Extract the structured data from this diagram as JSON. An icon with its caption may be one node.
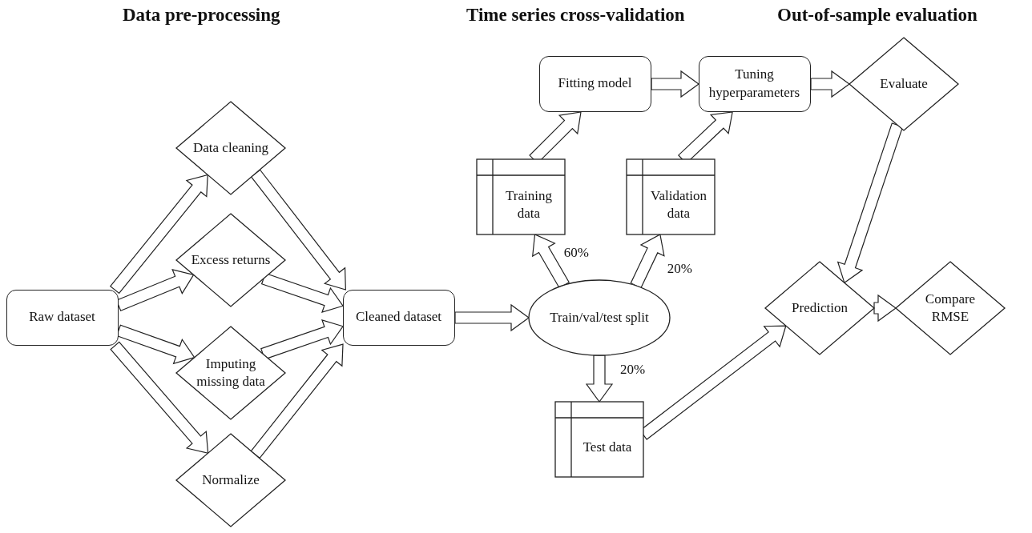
{
  "diagram": {
    "nodes": [
      {
        "text": [
          "Raw dataset"
        ]
      },
      {
        "text": [
          "Data cleaning"
        ]
      },
      {
        "text": [
          "Excess returns"
        ]
      },
      {
        "text": [
          "Imputing missing data"
        ]
      },
      {
        "text": [
          "Normalize"
        ]
      },
      {
        "text": [
          "Cleaned dataset"
        ]
      },
      {
        "text": [
          "Train/val/test split"
        ]
      },
      {
        "text": [
          "Training data"
        ]
      },
      {
        "text": [
          "Validation data"
        ]
      },
      {
        "text": [
          "Test data"
        ]
      },
      {
        "text": [
          "Fitting model"
        ]
      },
      {
        "text": [
          "Tuning hyperparameters"
        ]
      },
      {
        "text": [
          "Evaluate"
        ]
      },
      {
        "text": [
          "Prediction"
        ]
      },
      {
        "text": [
          "Compare RMSE"
        ]
      }
    ],
    "edges": [
      {
        "from": 0,
        "to": 1,
        "arrow": "to"
      },
      {
        "from": 0,
        "to": 2,
        "arrow": "to"
      },
      {
        "from": 0,
        "to": 3,
        "arrow": "to"
      },
      {
        "from": 0,
        "to": 4,
        "arrow": "to"
      },
      {
        "from": 1,
        "to": 5,
        "arrow": "to"
      },
      {
        "from": 2,
        "to": 5,
        "arrow": "to"
      },
      {
        "from": 3,
        "to": 5,
        "arrow": "to"
      },
      {
        "from": 4,
        "to": 5,
        "arrow": "to"
      },
      {
        "from": 5,
        "to": 6,
        "arrow": "to"
      },
      {
        "from": 6,
        "to": 7,
        "arrow": "to",
        "label": "60%"
      },
      {
        "from": 6,
        "to": 8,
        "arrow": "to",
        "label": "20%"
      },
      {
        "from": 6,
        "to": 9,
        "arrow": "to",
        "label": "20%"
      },
      {
        "from": 7,
        "to": 10,
        "arrow": "to"
      },
      {
        "from": 8,
        "to": 11,
        "arrow": "to"
      },
      {
        "from": 10,
        "to": 11,
        "arrow": "to"
      },
      {
        "from": 11,
        "to": 12,
        "arrow": "to"
      },
      {
        "from": 12,
        "to": 13,
        "arrow": "to"
      },
      {
        "from": 9,
        "to": 13,
        "arrow": "to"
      },
      {
        "from": 13,
        "to": 14,
        "arrow": "to"
      }
    ],
    "labels": [
      "Data pre-processing",
      "Time series cross-validation",
      "Out-of-sample evaluation"
    ]
  }
}
